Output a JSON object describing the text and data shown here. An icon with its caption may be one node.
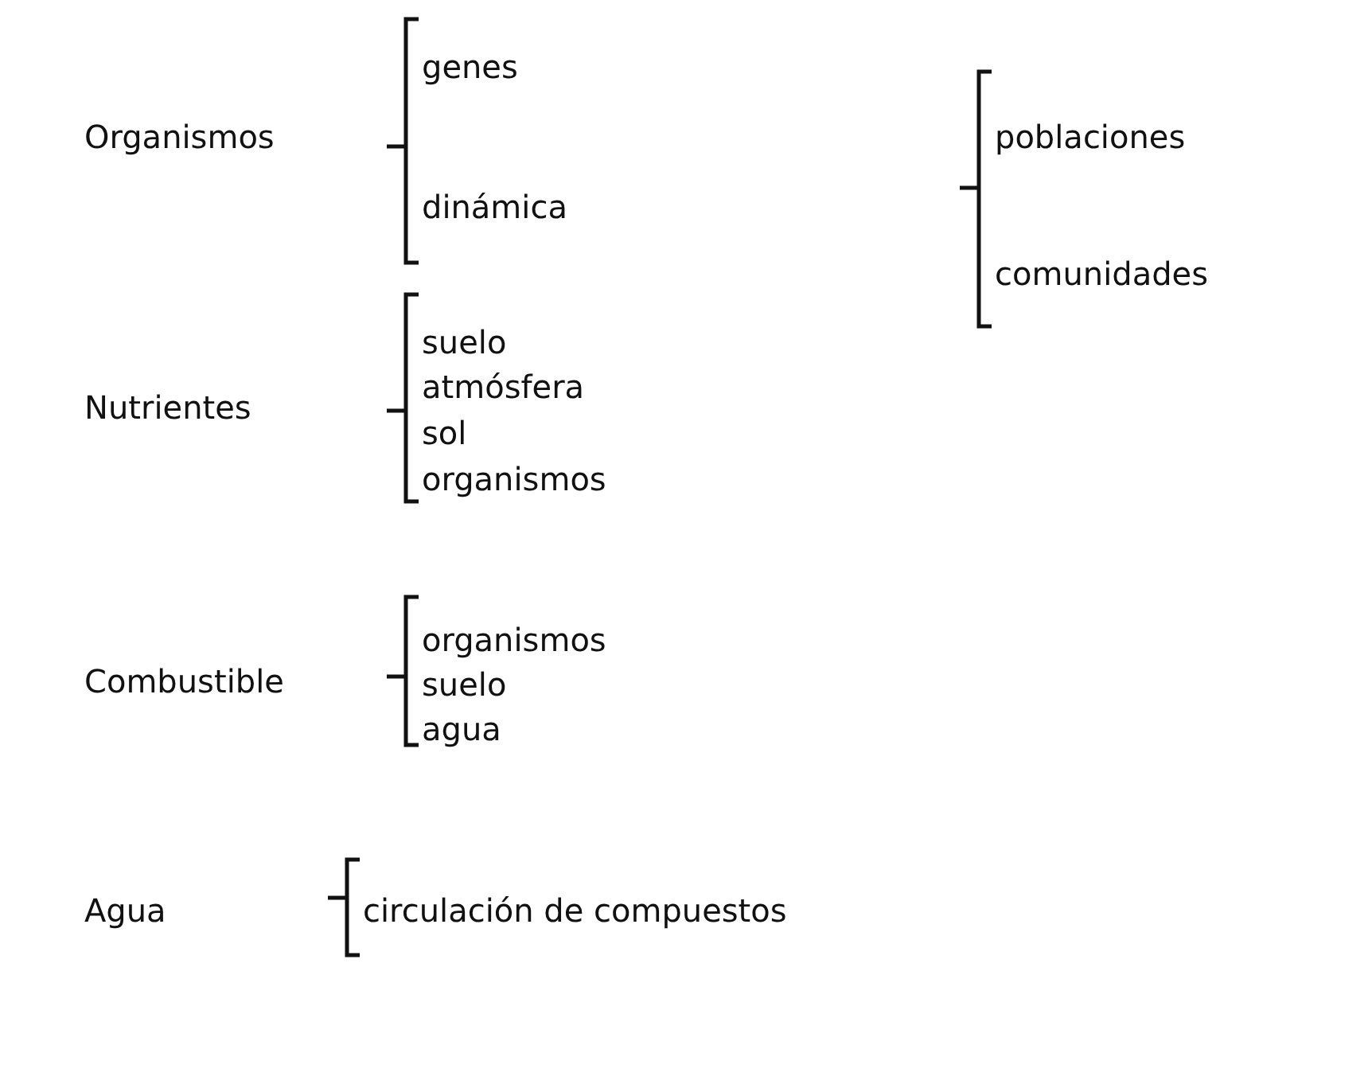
{
  "diagram": {
    "labels": [
      "Organismos",
      "genes",
      "dinámica",
      "poblaciones",
      "comunidades",
      "Nutrientes",
      "suelo",
      "atmósfera",
      "sol",
      "organismos",
      "Combustible",
      "organismos",
      "suelo",
      "agua",
      "Agua",
      "circulación de compuestos"
    ]
  }
}
